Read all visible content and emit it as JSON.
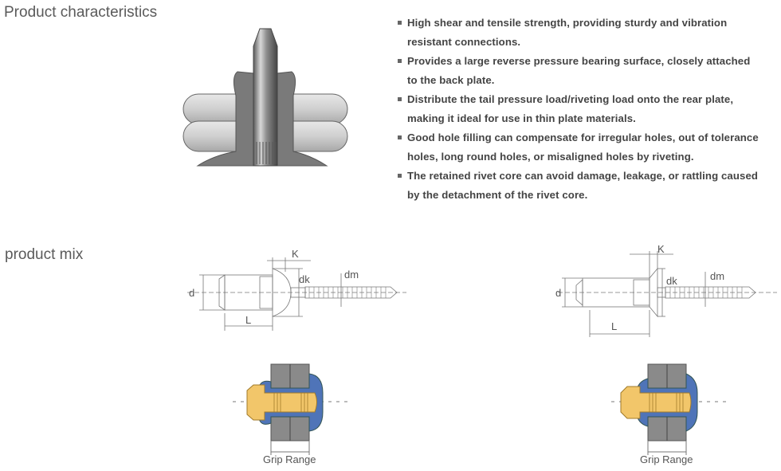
{
  "sections": {
    "characteristics_title": "Product characteristics",
    "mix_title": "product mix"
  },
  "features": [
    {
      "line1": "High shear and tensile strength, providing sturdy and vibration",
      "line2": "resistant connections."
    },
    {
      "line1": "Provides a large reverse pressure bearing surface, closely attached",
      "line2": " to the back plate."
    },
    {
      "line1": "Distribute the tail pressure load/riveting load onto the rear plate,",
      "line2": "making it ideal for use in thin plate materials."
    },
    {
      "line1": "Good hole filling can compensate for irregular holes, out of tolerance",
      "line2": " holes, long round holes, or misaligned holes by riveting."
    },
    {
      "line1": "The retained rivet core can avoid damage, leakage, or rattling caused",
      "line2": "by the detachment of the rivet core."
    }
  ],
  "diagrams": [
    {
      "head": "dome",
      "labels": {
        "d": "d",
        "dk": "dk",
        "k": "K",
        "dm": "dm",
        "l": "L"
      },
      "grip": "Grip Range"
    },
    {
      "head": "countersunk",
      "labels": {
        "d": "d",
        "dk": "dk",
        "k": "K",
        "dm": "dm",
        "l": "L"
      },
      "grip": "Grip Range"
    }
  ],
  "colors": {
    "sleeve": "#4f74b8",
    "pin": "#f2c66a",
    "plate": "#8a8a8a"
  }
}
